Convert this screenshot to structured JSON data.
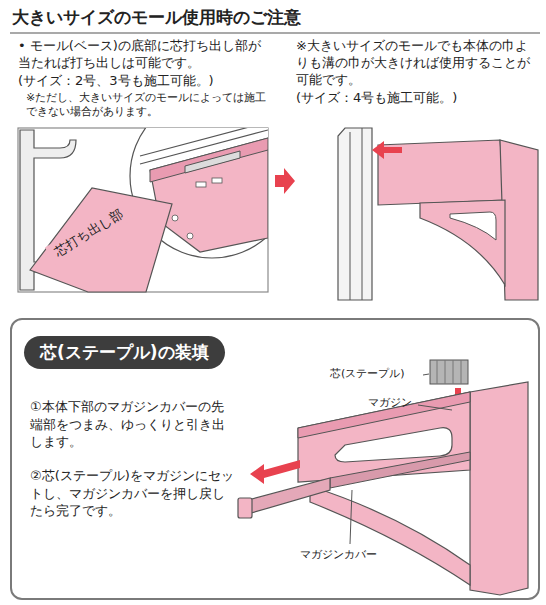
{
  "diagram": {
    "title": "大きいサイズのモール使用時のご注意",
    "nodes": [
      {
        "text": [
          "芯打ち出し部"
        ]
      },
      {
        "text": [
          "①本体下部のマガジンカバーの先端部をつまみ、ゆっくりと引き出します。",
          "②芯(ステープル)をマガジンにセットし、マガジンカバーを押し戻したら完了です。"
        ]
      },
      {
        "text": [
          "芯(ステープル)の装填"
        ],
        "in": 1
      }
    ],
    "labels": [
      "• モール(ベース)の底部に芯打ち出し部が当たれば打ち出しは可能です。",
      "(サイズ：2号、3号も施工可能。)",
      "※ただし、大きいサイズのモールによっては施工できない場合があります。",
      "※大きいサイズのモールでも本体の巾よりも溝の巾が大きければ使用することが可能です。",
      "(サイズ：4号も施工可能。)",
      "芯(ステープル)",
      "マガジン",
      "マガジンカバー"
    ]
  }
}
